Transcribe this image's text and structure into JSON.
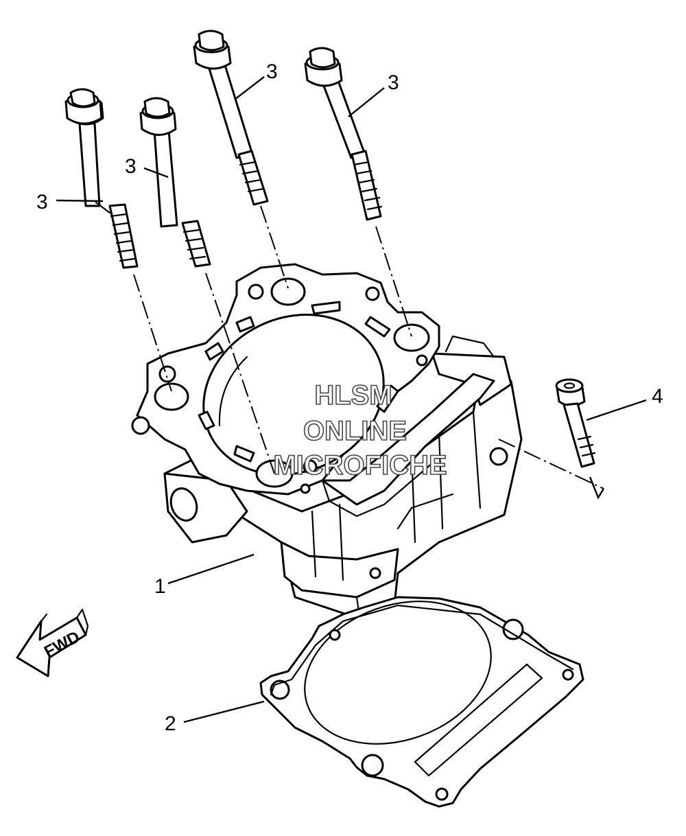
{
  "diagram": {
    "callouts": [
      {
        "id": "c1",
        "label": "1"
      },
      {
        "id": "c2",
        "label": "2"
      },
      {
        "id": "c3a",
        "label": "3"
      },
      {
        "id": "c3b",
        "label": "3"
      },
      {
        "id": "c3c",
        "label": "3"
      },
      {
        "id": "c3d",
        "label": "3"
      },
      {
        "id": "c4",
        "label": "4"
      }
    ],
    "direction_label": "FWD",
    "watermark": [
      "HLSM",
      "ONLINE",
      "MICROFICHE"
    ]
  }
}
